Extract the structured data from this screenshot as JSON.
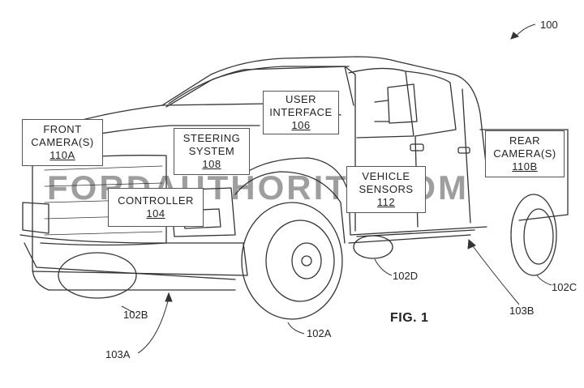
{
  "figure": {
    "label": "FIG. 1",
    "ref_main": "100"
  },
  "components": [
    {
      "id": "front-camera",
      "line1": "FRONT",
      "line2": "CAMERA(S)",
      "num": "110A"
    },
    {
      "id": "steering",
      "line1": "STEERING",
      "line2": "SYSTEM",
      "num": "108"
    },
    {
      "id": "user-interface",
      "line1": "USER",
      "line2": "INTERFACE",
      "num": "106"
    },
    {
      "id": "rear-camera",
      "line1": "REAR",
      "line2": "CAMERA(S)",
      "num": "110B"
    },
    {
      "id": "controller",
      "line1": "CONTROLLER",
      "num": "104"
    },
    {
      "id": "vehicle-sensors",
      "line1": "VEHICLE",
      "line2": "SENSORS",
      "num": "112"
    }
  ],
  "refs": {
    "w102a": "102A",
    "w102b": "102B",
    "w102c": "102C",
    "w102d": "102D",
    "a103a": "103A",
    "a103b": "103B"
  },
  "watermark": "FORDAUTHORITY.COM"
}
